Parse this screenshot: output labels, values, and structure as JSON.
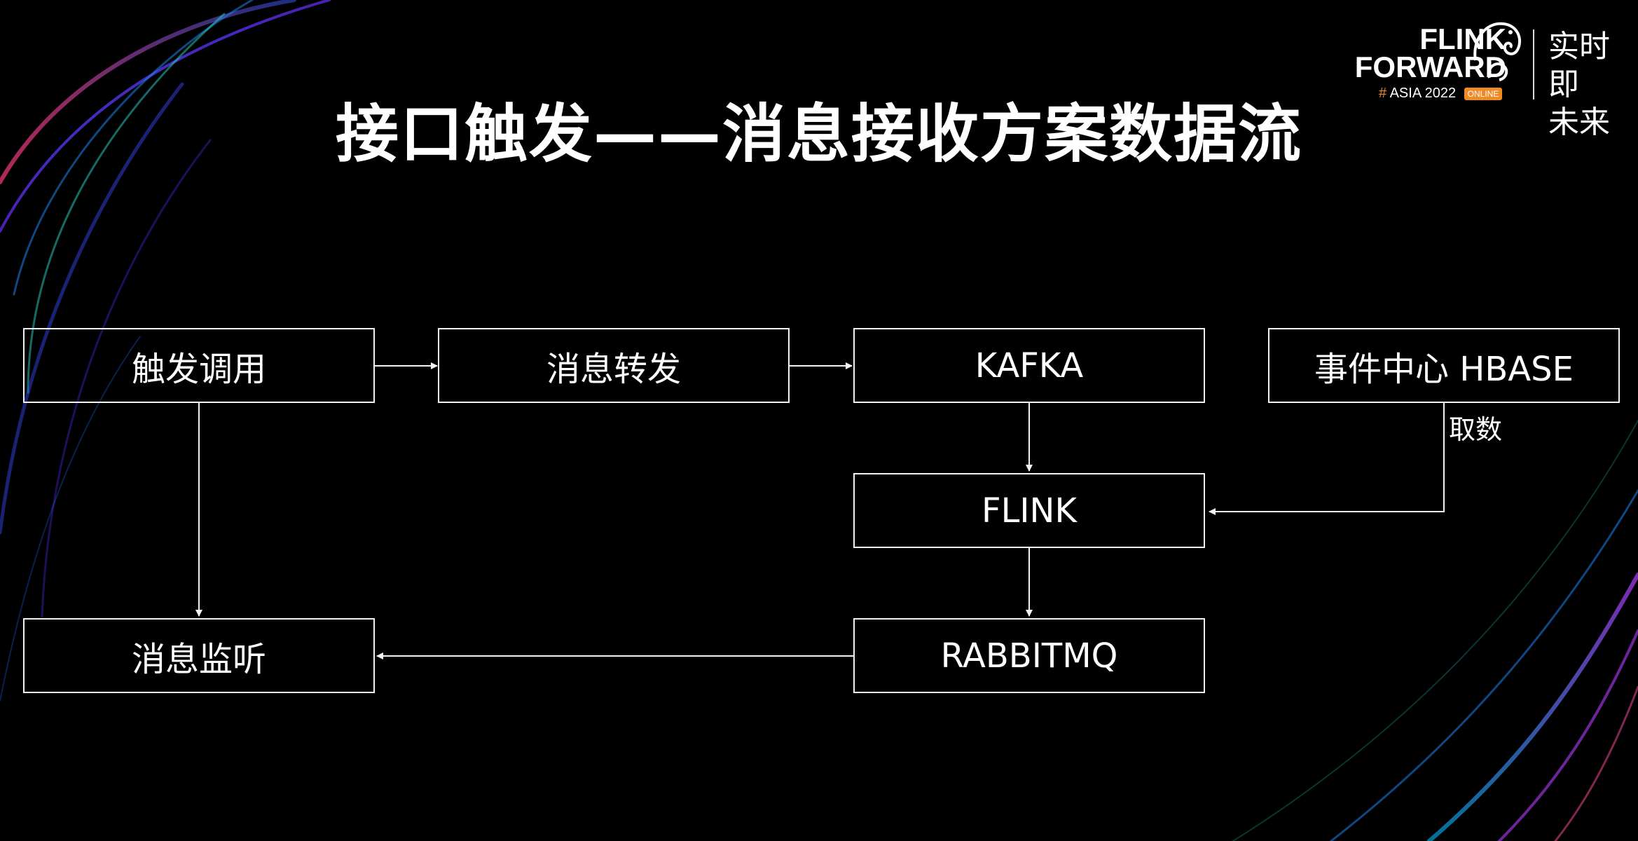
{
  "title": "接口触发——消息接收方案数据流",
  "logo": {
    "line1": "FLINK",
    "line2": "FORWARD",
    "hash": "#",
    "edition": "ASIA 2022",
    "badge": "ONLINE",
    "tag_line1": "实时即",
    "tag_line2": "未来"
  },
  "nodes": {
    "trigger": "触发调用",
    "forward": "消息转发",
    "kafka": "KAFKA",
    "hbase": "事件中心 HBASE",
    "flink": "FLINK",
    "rabbitmq": "RABBITMQ",
    "listener": "消息监听"
  },
  "edge_labels": {
    "fetch": "取数"
  },
  "colors": {
    "background": "#000000",
    "box_border": "#f2f2f2",
    "text": "#ffffff",
    "accent": "#f08a24"
  }
}
